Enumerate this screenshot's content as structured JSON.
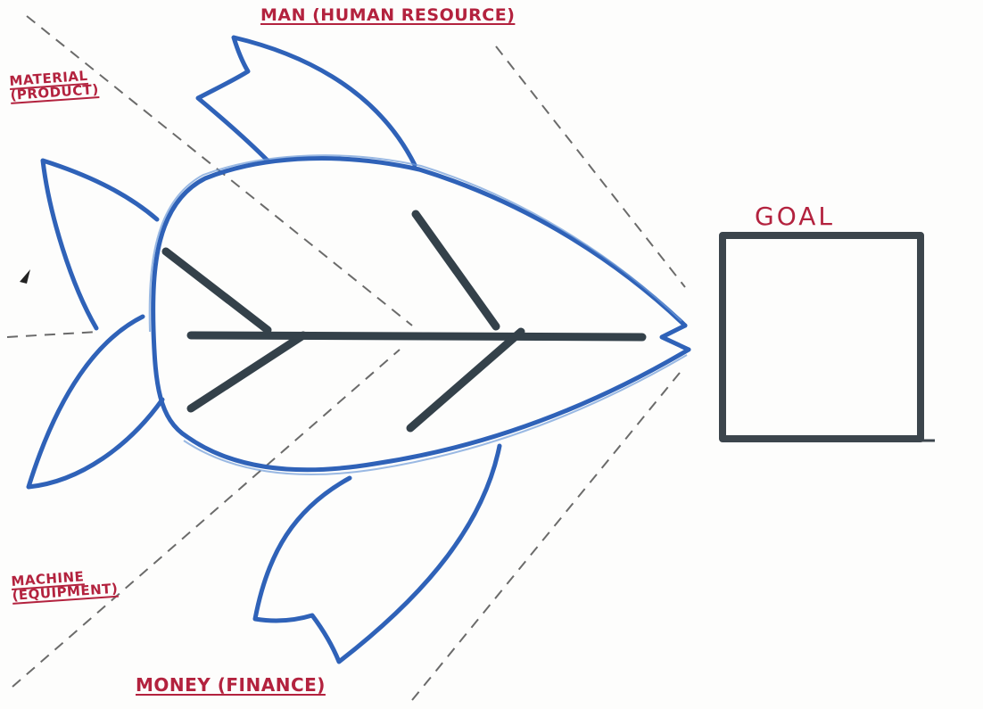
{
  "colors": {
    "paper": "#fdfdfc",
    "fish_outline": "#2f62b8",
    "fish_outline_light": "#6f9bd8",
    "bones": "#34414a",
    "box": "#3c454c",
    "dashed_lines": "#3a3a3a",
    "label_text": "#b3223e"
  },
  "labels": {
    "man": "MAN (HUMAN RESOURCE)",
    "material_line1": "MATERIAL",
    "material_line2": "(PRODUCT)",
    "machine_line1": "MACHINE",
    "machine_line2": "(EQUIPMENT)",
    "money": "MONEY (FINANCE)",
    "goal": "GOAL"
  }
}
